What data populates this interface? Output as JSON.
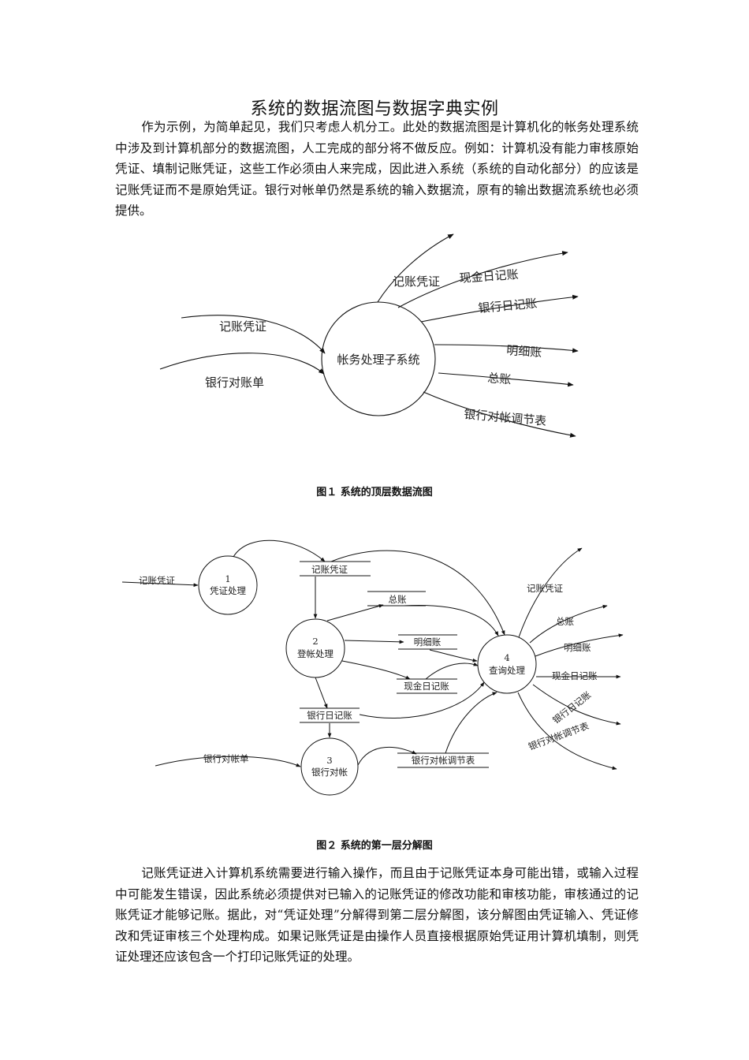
{
  "document": {
    "title": "系统的数据流图与数据字典实例",
    "paragraph1": "作为示例，为简单起见，我们只考虑人机分工。此处的数据流图是计算机化的帐务处理系统中涉及到计算机部分的数据流图，人工完成的部分将不做反应。例如：计算机没有能力审核原始凭证、填制记账凭证，这些工作必须由人来完成，因此进入系统（系统的自动化部分）的应该是记账凭证而不是原始凭证。银行对帐单仍然是系统的输入数据流，原有的输出数据流系统也必须提供。",
    "paragraph2": "记账凭证进入计算机系统需要进行输入操作，而且由于记账凭证本身可能出错，或输入过程中可能发生错误，因此系统必须提供对已输入的记账凭证的修改功能和审核功能，审核通过的记账凭证才能够记账。据此，对“凭证处理”分解得到第二层分解图，该分解图由凭证输入、凭证修改和凭证审核三个处理构成。如果记账凭证是由操作人员直接根据原始凭证用计算机填制，则凭证处理还应该包含一个打印记账凭证的处理。"
  },
  "figure1": {
    "caption": "图１ 系统的顶层数据流图",
    "process": "帐务处理子系统",
    "inputs": [
      "记账凭证",
      "银行对账单"
    ],
    "outputs": [
      "记账凭证",
      "现金日记账",
      "银行日记账",
      "明细账",
      "总账",
      "银行对帐调节表"
    ]
  },
  "figure2": {
    "caption": "图２ 系统的第一层分解图",
    "processes": [
      {
        "num": "1",
        "name": "凭证处理"
      },
      {
        "num": "2",
        "name": "登帐处理"
      },
      {
        "num": "3",
        "name": "银行对帐"
      },
      {
        "num": "4",
        "name": "查询处理"
      }
    ],
    "stores": [
      "记账凭证",
      "总账",
      "明细账",
      "现金日记账",
      "银行日记账",
      "银行对帐调节表"
    ],
    "inputs": [
      "记账凭证",
      "银行对帐单"
    ],
    "outputs": [
      "记账凭证",
      "总账",
      "明细账",
      "现金日记账",
      "银行日记账",
      "银行对帐调节表"
    ]
  }
}
